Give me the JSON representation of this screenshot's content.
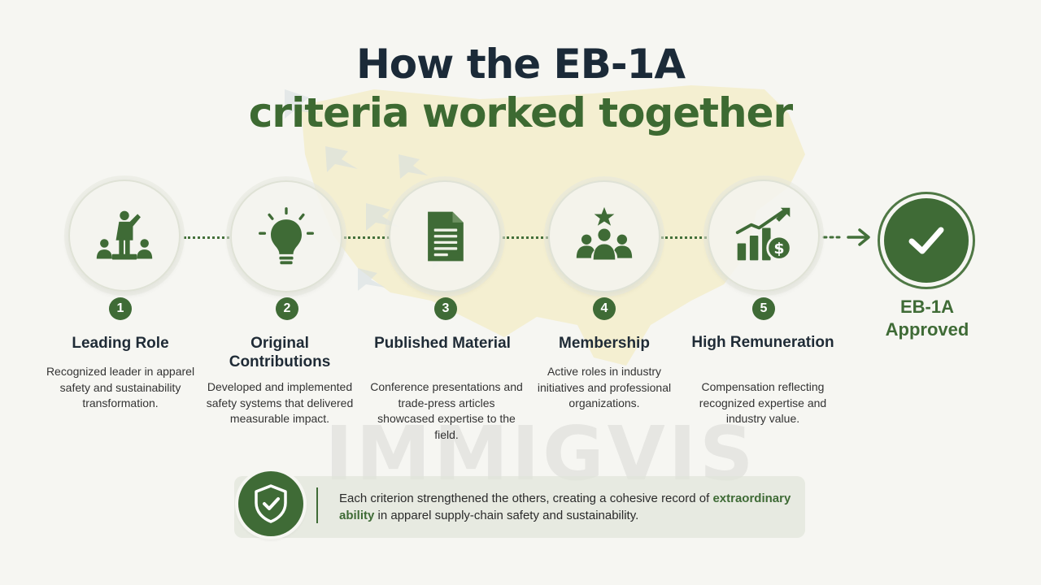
{
  "title": {
    "line1": "How the EB-1A",
    "line2": "criteria worked together"
  },
  "colors": {
    "accent_green": "#3f6b36",
    "title_navy": "#1b2a38",
    "background": "#f6f6f2"
  },
  "steps": [
    {
      "number": "1",
      "title": "Leading Role",
      "description": "Recognized leader in apparel safety and sustainability transformation.",
      "icon": "leader-podium-icon"
    },
    {
      "number": "2",
      "title": "Original Contributions",
      "description": "Developed and implemented safety systems that delivered measurable impact.",
      "icon": "lightbulb-icon"
    },
    {
      "number": "3",
      "title": "Published Material",
      "description": "Conference presentations and trade-press articles showcased expertise to the field.",
      "icon": "document-icon"
    },
    {
      "number": "4",
      "title": "Membership",
      "description": "Active roles in industry initiatives and professional organizations.",
      "icon": "group-star-icon"
    },
    {
      "number": "5",
      "title": "High Remuneration",
      "description": "Compensation reflecting recognized expertise and industry value.",
      "icon": "growth-chart-dollar-icon"
    }
  ],
  "outcome": {
    "label": "EB-1A Approved",
    "icon": "checkmark-icon"
  },
  "summary": {
    "before": "Each criterion strengthened the others, creating a cohesive record of ",
    "highlight": "extraordinary ability",
    "after": " in apparel supply-chain safety and sustainability.",
    "icon": "shield-check-icon"
  },
  "watermark": "IMMIGVIS"
}
